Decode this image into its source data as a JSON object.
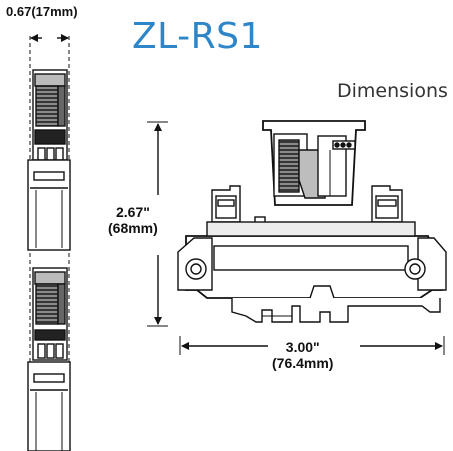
{
  "header": {
    "product": "ZL-RS1",
    "section": "Dimensions"
  },
  "dimensions": {
    "width_in": "0.67",
    "width_mm": "(17mm)",
    "height_in": "2.67\"",
    "height_mm": "(68mm)",
    "length_in": "3.00\"",
    "length_mm": "(76.4mm)"
  },
  "colors": {
    "title": "#2e86c8",
    "line": "#111111",
    "gray_fill": "#bdbdbd",
    "light_fill": "#ececec"
  }
}
